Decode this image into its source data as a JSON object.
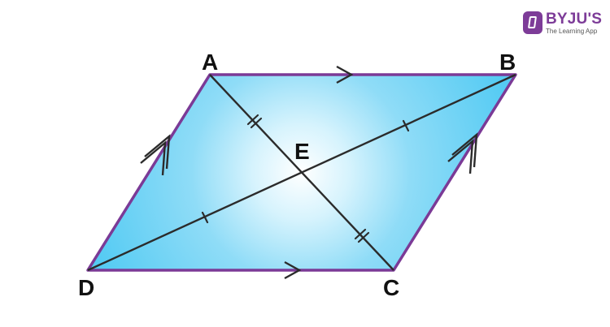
{
  "brand": {
    "name": "BYJU'S",
    "tagline": "The Learning App",
    "icon": "byjus-logo-icon",
    "color": "#7d3c98"
  },
  "diagram": {
    "figure": "parallelogram",
    "vertices": {
      "A": "A",
      "B": "B",
      "C": "C",
      "D": "D",
      "E": "E"
    },
    "colors": {
      "fill_center": "#ffffff",
      "fill_mid": "#9adff7",
      "fill_edge": "#55cbf3",
      "outline": "#7b3a96",
      "diagonal": "#2b2b2b",
      "label": "#111111"
    },
    "parallel_marks": {
      "AB_DC": "single arrow",
      "AD_BC": "double arrow"
    },
    "equal_marks": {
      "AE_EC": "double tick",
      "BE_ED": "single tick"
    }
  }
}
